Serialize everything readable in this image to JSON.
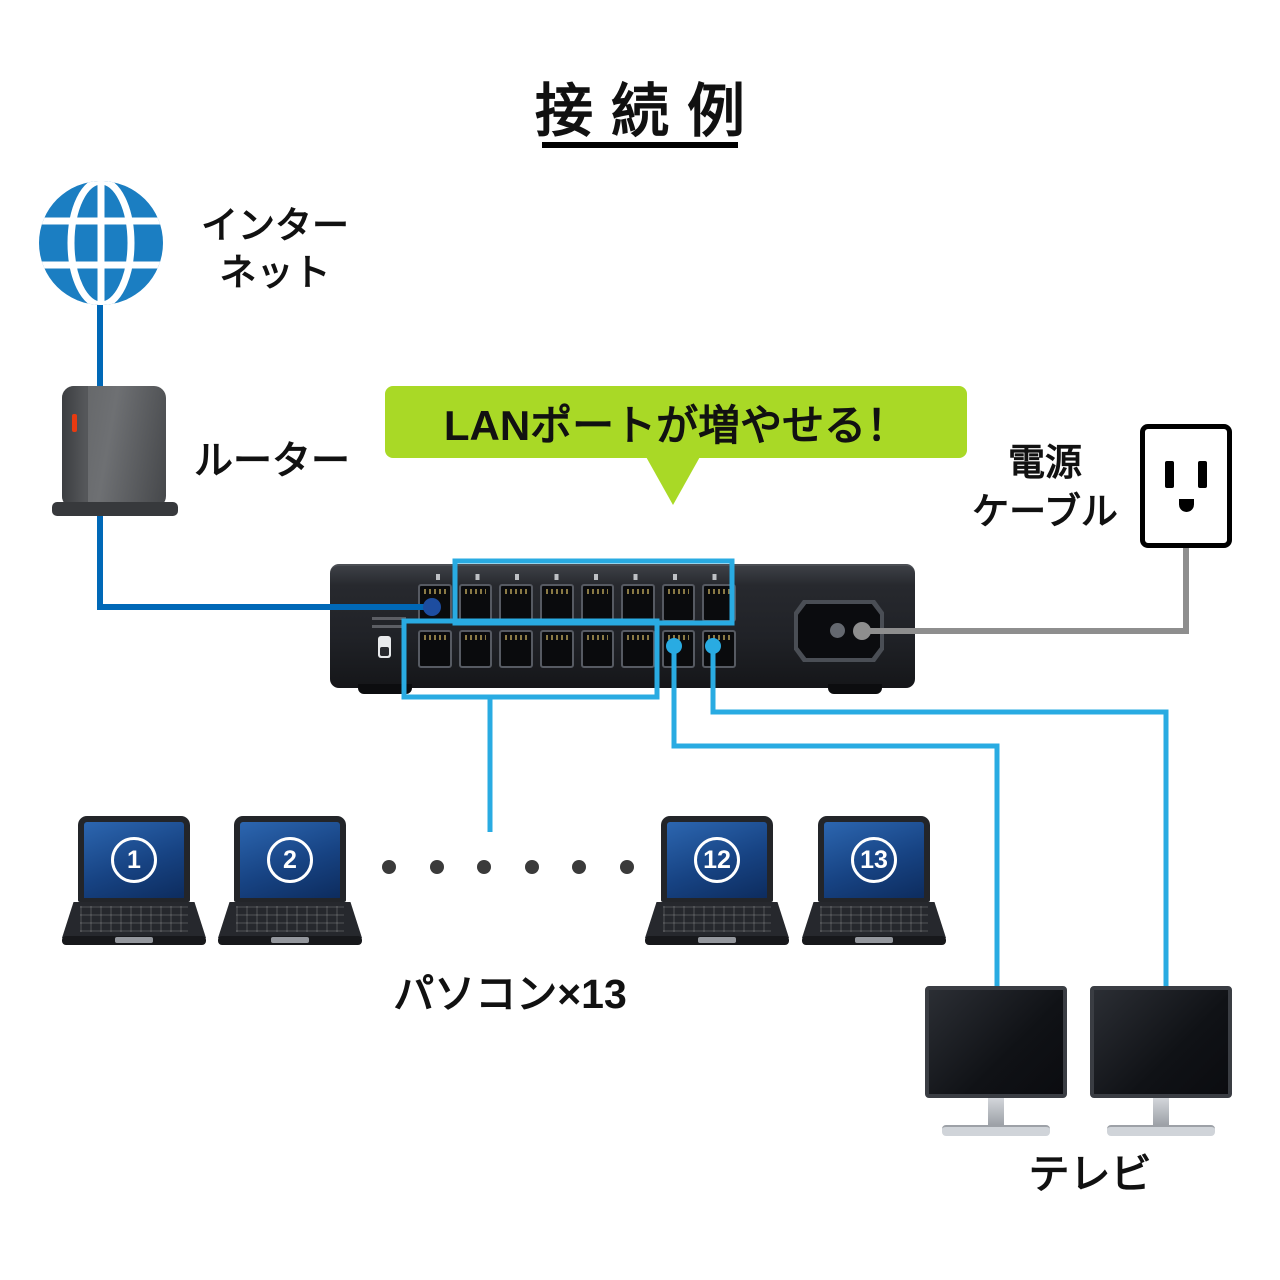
{
  "title": "接続例",
  "internet": {
    "line1": "インター",
    "line2": "ネット"
  },
  "router": {
    "label": "ルーター"
  },
  "callout": {
    "text": "LANポートが増やせる！"
  },
  "power_outlet": {
    "line1": "電源",
    "line2": "ケーブル"
  },
  "pcs": {
    "caption": "パソコン×13",
    "items": [
      {
        "number": "1"
      },
      {
        "number": "2"
      },
      {
        "number": "12"
      },
      {
        "number": "13"
      }
    ]
  },
  "tv": {
    "label": "テレビ"
  },
  "colors": {
    "cable_internet_blue": "#0068b7",
    "cable_lan_cyan": "#29abe2",
    "cable_power_gray": "#8e8e8e",
    "callout_green": "#a9d926",
    "globe_blue": "#1b7ec2",
    "port_dot_navy": "#1d4da0"
  }
}
